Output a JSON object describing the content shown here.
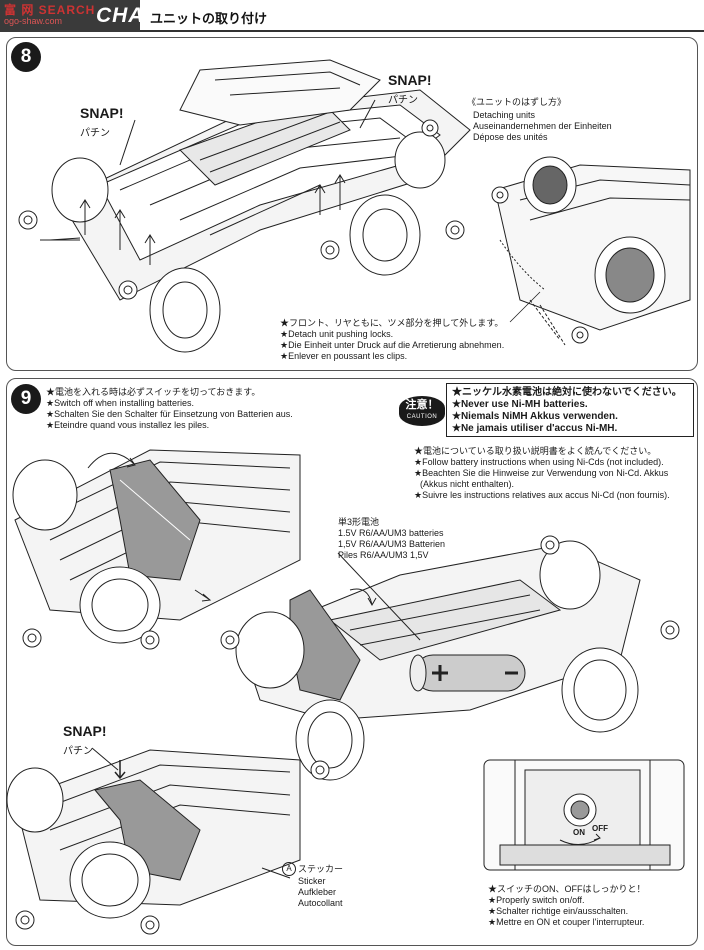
{
  "header": {
    "watermark_cn": "富 网 SEARCH",
    "watermark_url": "ogo-shaw.com",
    "section_title": "CHASSIS",
    "section_title_jp": "ユニットの取り付け"
  },
  "step8": {
    "number": "8",
    "snap_left": "SNAP!",
    "snap_left_jp": "パチン",
    "snap_right": "SNAP!",
    "snap_right_jp": "パチン",
    "detach_title_jp": "《ユニットのはずし方》",
    "detach_en": "Detaching units",
    "detach_de": "Auseinandernehmen der Einheiten",
    "detach_fr": "Dépose des unités",
    "note_jp": "★フロント、リヤともに、ツメ部分を押して外します。",
    "note_en": "★Detach unit pushing locks.",
    "note_de": "★Die Einheit unter Druck auf die Arretierung abnehmen.",
    "note_fr": "★Enlever en poussant les clips."
  },
  "step9": {
    "number": "9",
    "switch_jp": "★電池を入れる時は必ずスイッチを切っておきます。",
    "switch_en": "★Switch off when installing batteries.",
    "switch_de": "★Schalten Sie den Schalter für Einsetzung von Batterien aus.",
    "switch_fr": "★Eteindre quand vous installez les piles.",
    "caution_jp": "注意！",
    "caution_en": "CAUTION",
    "warn_jp": "★ニッケル水素電池は絶対に使わないでください。",
    "warn_en": "★Never use Ni-MH batteries.",
    "warn_de": "★Niemals NiMH Akkus verwenden.",
    "warn_fr": "★Ne jamais utiliser d'accus Ni-MH.",
    "batt_note_jp": "★電池についている取り扱い説明書をよく読んでください。",
    "batt_note_en": "★Follow battery instructions when using Ni-Cds (not included).",
    "batt_note_de1": "★Beachten Sie die Hinweise zur Verwendung von Ni-Cd. Akkus",
    "batt_note_de2": "(Akkus nicht enthalten).",
    "batt_note_fr": "★Suivre les instructions relatives aux accus Ni-Cd (non fournis).",
    "battery_jp": "単3形電池",
    "battery_en": "1.5V R6/AA/UM3 batteries",
    "battery_de": "1,5V R6/AA/UM3 Batterien",
    "battery_fr": "Piles R6/AA/UM3 1,5V",
    "snap": "SNAP!",
    "snap_jp": "パチン",
    "sticker_label": "A",
    "sticker_jp": "ステッカー",
    "sticker_en": "Sticker",
    "sticker_de": "Aufkleber",
    "sticker_fr": "Autocollant",
    "on_label": "ON",
    "off_label": "OFF",
    "sw_jp": "★スイッチのON、OFFはしっかりと！",
    "sw_en": "★Properly switch on/off.",
    "sw_de": "★Schalter richtige ein/ausschalten.",
    "sw_fr": "★Mettre en ON et couper l'interrupteur."
  }
}
